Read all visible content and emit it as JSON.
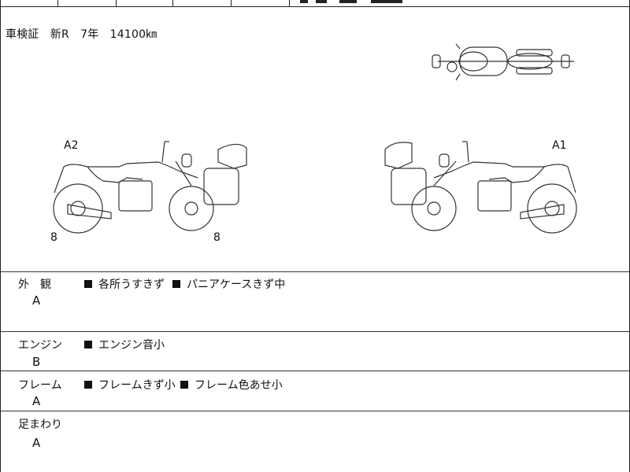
{
  "registration": {
    "line": "車検証　新R　7年　14100㎞"
  },
  "diagram": {
    "left_view": {
      "mark": "A2",
      "wheel_front": "8",
      "wheel_rear": "8"
    },
    "right_view": {
      "mark": "A1"
    }
  },
  "rows": [
    {
      "label": "外　観",
      "grade": "A",
      "notes": [
        "各所うすきず",
        "パニアケースきず中"
      ]
    },
    {
      "label": "エンジン",
      "grade": "B",
      "notes": [
        "エンジン音小"
      ]
    },
    {
      "label": "フレーム",
      "grade": "A",
      "notes": [
        "フレームきず小",
        "フレーム色あせ小"
      ]
    },
    {
      "label": "足まわり",
      "grade": "A",
      "notes": []
    }
  ]
}
